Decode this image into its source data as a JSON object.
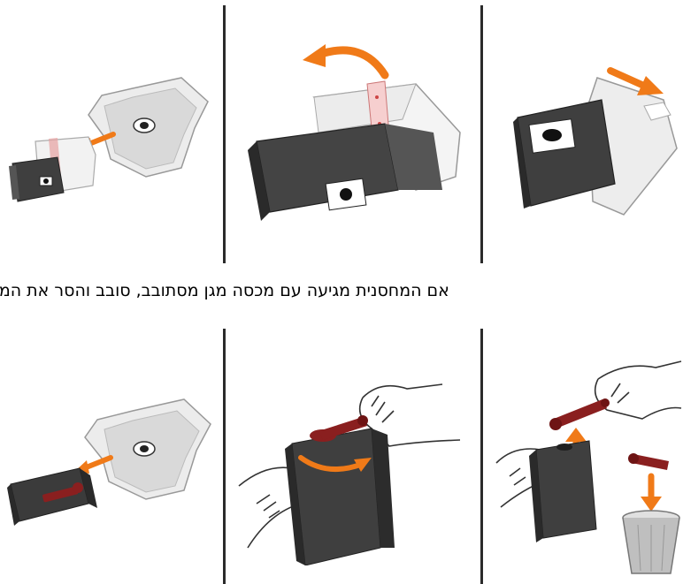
{
  "caption": "אם המחסנית מגיעה עם מכסה מגן מסתובב, סובב והסר את המכסה.",
  "colors": {
    "arrow": "#f07a18",
    "cap": "#8a1f1f",
    "cartridge": "#3f3f3f",
    "divider": "#2b2b2b"
  },
  "top_row": {
    "panels": [
      {
        "name": "remove-from-package",
        "icons": [
          "package-icon",
          "cartridge-icon",
          "arrow-icon"
        ]
      },
      {
        "name": "remove-tape",
        "icons": [
          "cartridge-icon",
          "tape-icon",
          "curved-arrow-icon"
        ]
      },
      {
        "name": "remove-clip",
        "icons": [
          "cartridge-icon",
          "clip-icon",
          "arrow-icon"
        ]
      }
    ]
  },
  "bottom_row": {
    "panels": [
      {
        "name": "remove-from-package",
        "icons": [
          "package-icon",
          "cartridge-icon",
          "arrow-icon"
        ]
      },
      {
        "name": "twist-cap",
        "icons": [
          "hand-icon",
          "cartridge-icon",
          "cap-icon",
          "curved-arrow-icon"
        ]
      },
      {
        "name": "discard-cap",
        "icons": [
          "hand-icon",
          "cartridge-icon",
          "cap-icon",
          "trash-bin-icon"
        ]
      }
    ]
  }
}
